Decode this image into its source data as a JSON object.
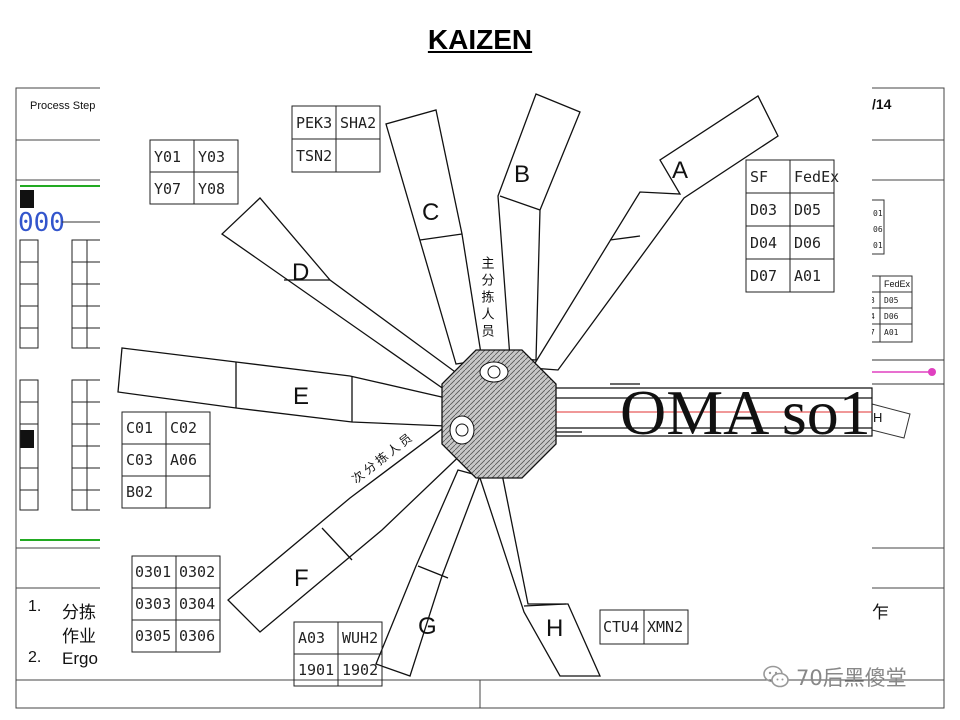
{
  "title": "KAIZEN",
  "background": {
    "process_step_label": "Process Step",
    "date_fragment": "/14",
    "code_fragment": "000",
    "right_fragment_table": [
      [
        "3",
        "D05"
      ],
      [
        "4",
        "D06"
      ],
      [
        "7",
        "A01"
      ]
    ],
    "right_fragment_header": "FedEx",
    "right_fragment_codes": [
      "01",
      "06",
      "01"
    ],
    "h_fragment": "H",
    "notes": [
      {
        "number": "1.",
        "text": "分拣",
        "line2": "作业"
      },
      {
        "number": "2.",
        "text": "Ergo"
      }
    ],
    "note_right_fragment": "乍"
  },
  "diagram": {
    "lanes": [
      "A",
      "B",
      "C",
      "D",
      "E",
      "F",
      "G",
      "H"
    ],
    "operators": {
      "main": "主分拣人员",
      "secondary": "次分拣人员"
    },
    "conveyor_text": "OMA so1",
    "tables": {
      "y_codes": [
        [
          "Y01",
          "Y03"
        ],
        [
          "Y07",
          "Y08"
        ]
      ],
      "city_top": [
        [
          "PEK3",
          "SHA2"
        ],
        [
          "TSN2",
          ""
        ]
      ],
      "carriers": [
        [
          "SF",
          "FedEx"
        ],
        [
          "D03",
          "D05"
        ],
        [
          "D04",
          "D06"
        ],
        [
          "D07",
          "A01"
        ]
      ],
      "c_codes": [
        [
          "C01",
          "C02"
        ],
        [
          "C03",
          "A06"
        ],
        [
          "B02",
          ""
        ]
      ],
      "numbers": [
        [
          "0301",
          "0302"
        ],
        [
          "0303",
          "0304"
        ],
        [
          "0305",
          "0306"
        ]
      ],
      "bottom_codes": [
        [
          "A03",
          "WUH2"
        ],
        [
          "1901",
          "1902"
        ]
      ],
      "ctu": [
        [
          "CTU4",
          "XMN2"
        ]
      ]
    }
  },
  "watermark": "70后黑傻堂",
  "colors": {
    "conveyor_line": "#e03030",
    "green_line": "#22aa22",
    "magenta_dot": "#e040c0",
    "hub_fill": "#bdbdbd"
  }
}
